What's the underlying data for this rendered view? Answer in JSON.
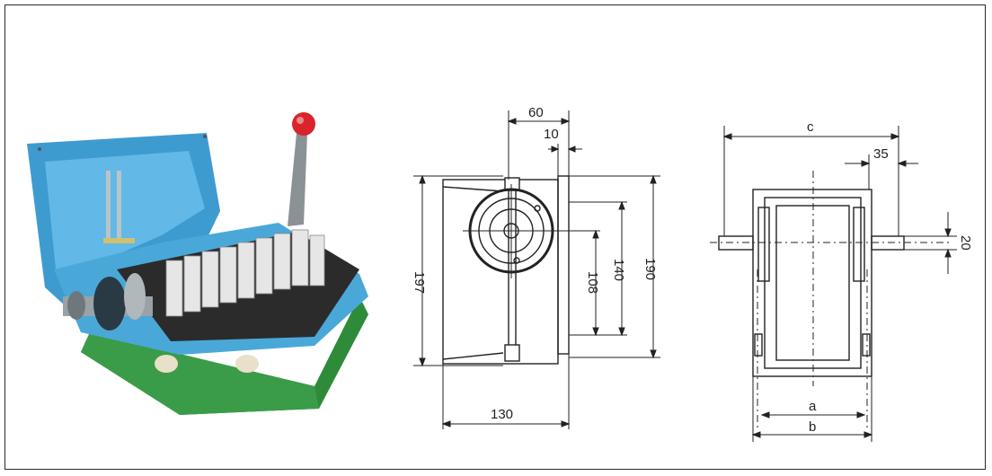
{
  "colors": {
    "enclosure_blue": "#4aa8d8",
    "base_green": "#2e8b3a",
    "knob_red": "#d9242b",
    "line": "#222222"
  },
  "photo": {
    "icon": "limit-switch-photo-icon"
  },
  "side_view": {
    "dims": {
      "top_width": "60",
      "flange": "10",
      "height_total": "197",
      "height_inner_a": "108",
      "height_inner_b": "140",
      "height_body": "190",
      "base_width": "130"
    }
  },
  "front_view": {
    "dims": {
      "width_c": "c",
      "offset": "35",
      "shaft": "20",
      "inner_a": "a",
      "outer_b": "b"
    }
  }
}
